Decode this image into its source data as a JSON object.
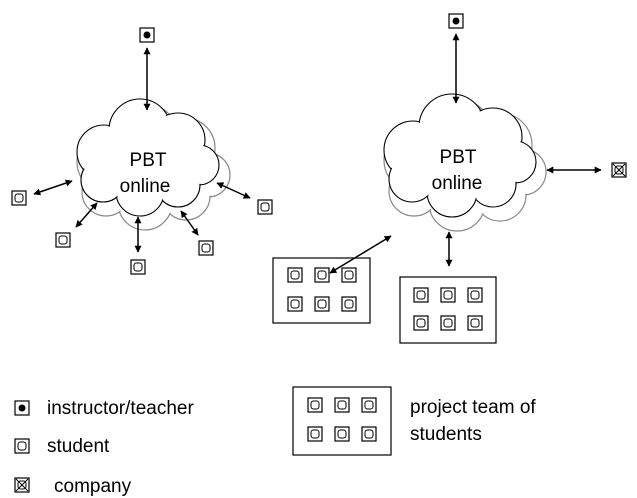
{
  "clouds": [
    {
      "line1": "PBT",
      "line2": "online"
    },
    {
      "line1": "PBT",
      "line2": "online"
    }
  ],
  "legend": {
    "instructor": "instructor/teacher",
    "student": "student",
    "company": "company",
    "team_line1": "project team of",
    "team_line2": "students"
  },
  "icons": {
    "instructor": "instructor-icon",
    "student": "student-icon",
    "company": "company-icon",
    "team": "project-team-icon"
  },
  "colors": {
    "cloud_outer_stroke": "#888888",
    "ink": "#000000"
  }
}
